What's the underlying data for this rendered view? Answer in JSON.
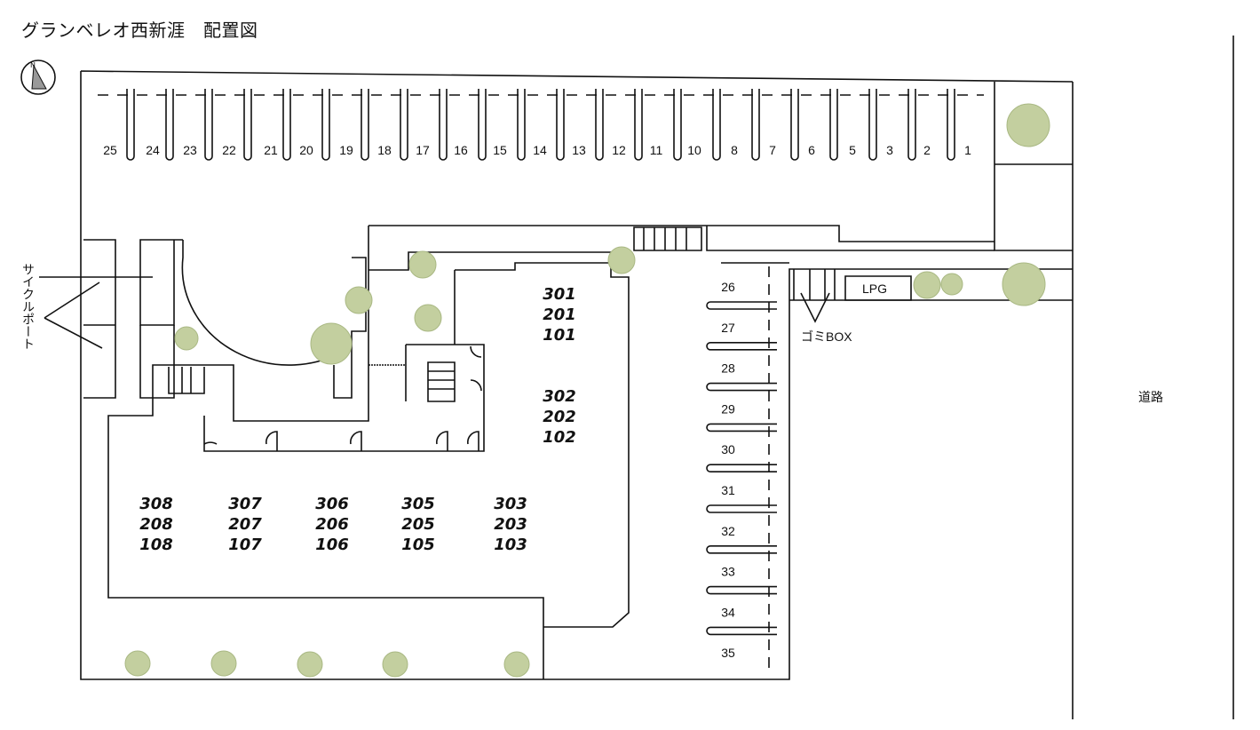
{
  "title": "グランベレオ西新涯　配置図",
  "compass_icon": "north-arrow-icon",
  "labels": {
    "cycle_port": "サイクルポート",
    "garbage": "ゴミBOX",
    "lpg": "LPG",
    "road": "道路"
  },
  "parking_top": [
    "25",
    "24",
    "23",
    "22",
    "21",
    "20",
    "19",
    "18",
    "17",
    "16",
    "15",
    "14",
    "13",
    "12",
    "11",
    "10",
    "8",
    "7",
    "6",
    "5",
    "3",
    "2",
    "1"
  ],
  "parking_right": [
    "26",
    "27",
    "28",
    "29",
    "30",
    "31",
    "32",
    "33",
    "34",
    "35"
  ],
  "unit_groups": [
    [
      "301",
      "201",
      "101"
    ],
    [
      "302",
      "202",
      "102"
    ],
    [
      "308",
      "208",
      "108"
    ],
    [
      "307",
      "207",
      "107"
    ],
    [
      "306",
      "206",
      "106"
    ],
    [
      "305",
      "205",
      "105"
    ],
    [
      "303",
      "203",
      "103"
    ]
  ],
  "colors": {
    "tree": "#c3cf9f",
    "line": "#111111"
  }
}
